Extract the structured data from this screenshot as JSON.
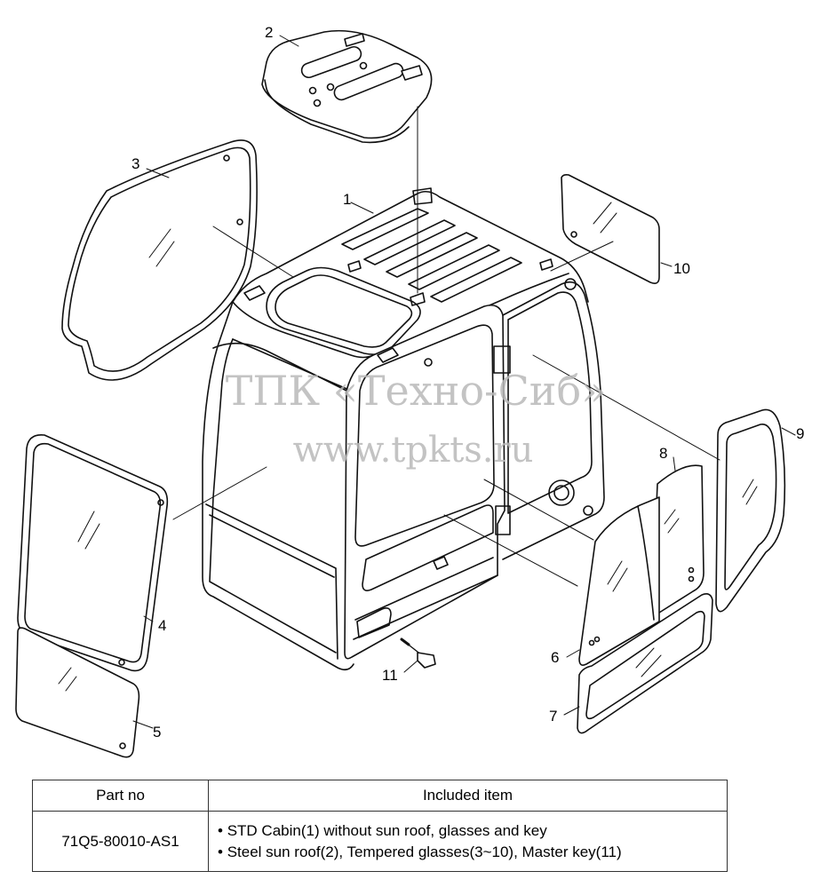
{
  "watermark": {
    "line1": "ТПК «Техно-Сиб»",
    "line2": "www.tpkts.ru"
  },
  "callouts": [
    "1",
    "2",
    "3",
    "4",
    "5",
    "6",
    "7",
    "8",
    "9",
    "10",
    "11"
  ],
  "table": {
    "headers": [
      "Part no",
      "Included item"
    ],
    "rows": [
      {
        "part_no": "71Q5-80010-AS1",
        "items": [
          "STD Cabin(1) without sun roof, glasses and key",
          "Steel sun roof(2), Tempered glasses(3~10), Master key(11)"
        ]
      }
    ]
  }
}
